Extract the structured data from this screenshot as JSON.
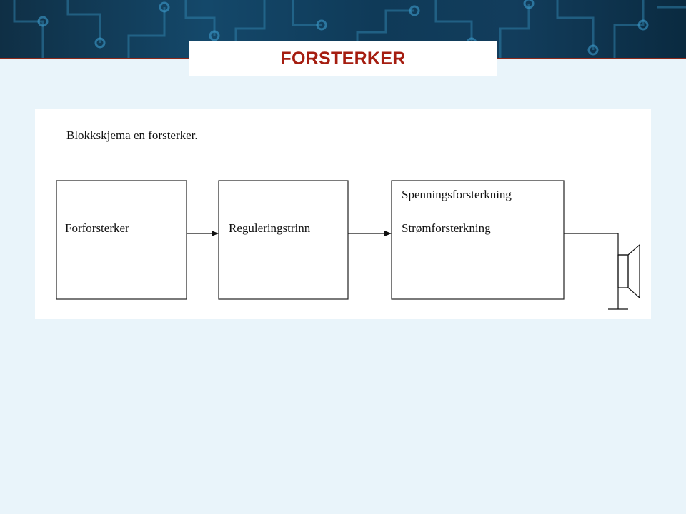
{
  "slide": {
    "title": "FORSTERKER"
  },
  "diagram": {
    "caption": "Blokkskjema en forsterker.",
    "blocks": [
      {
        "id": "forforsterker",
        "lines": [
          "Forforsterker"
        ]
      },
      {
        "id": "reguleringstrinn",
        "lines": [
          "Reguleringstrinn"
        ]
      },
      {
        "id": "sluttrinn",
        "lines": [
          "Spenningsforsterkning",
          "Strømforsterkning"
        ]
      }
    ],
    "output_device_icon": "loudspeaker-icon",
    "ground_icon": "ground-icon"
  },
  "colors": {
    "title": "#a51d10",
    "background": "#e9f4fa",
    "banner": "#14486a"
  }
}
